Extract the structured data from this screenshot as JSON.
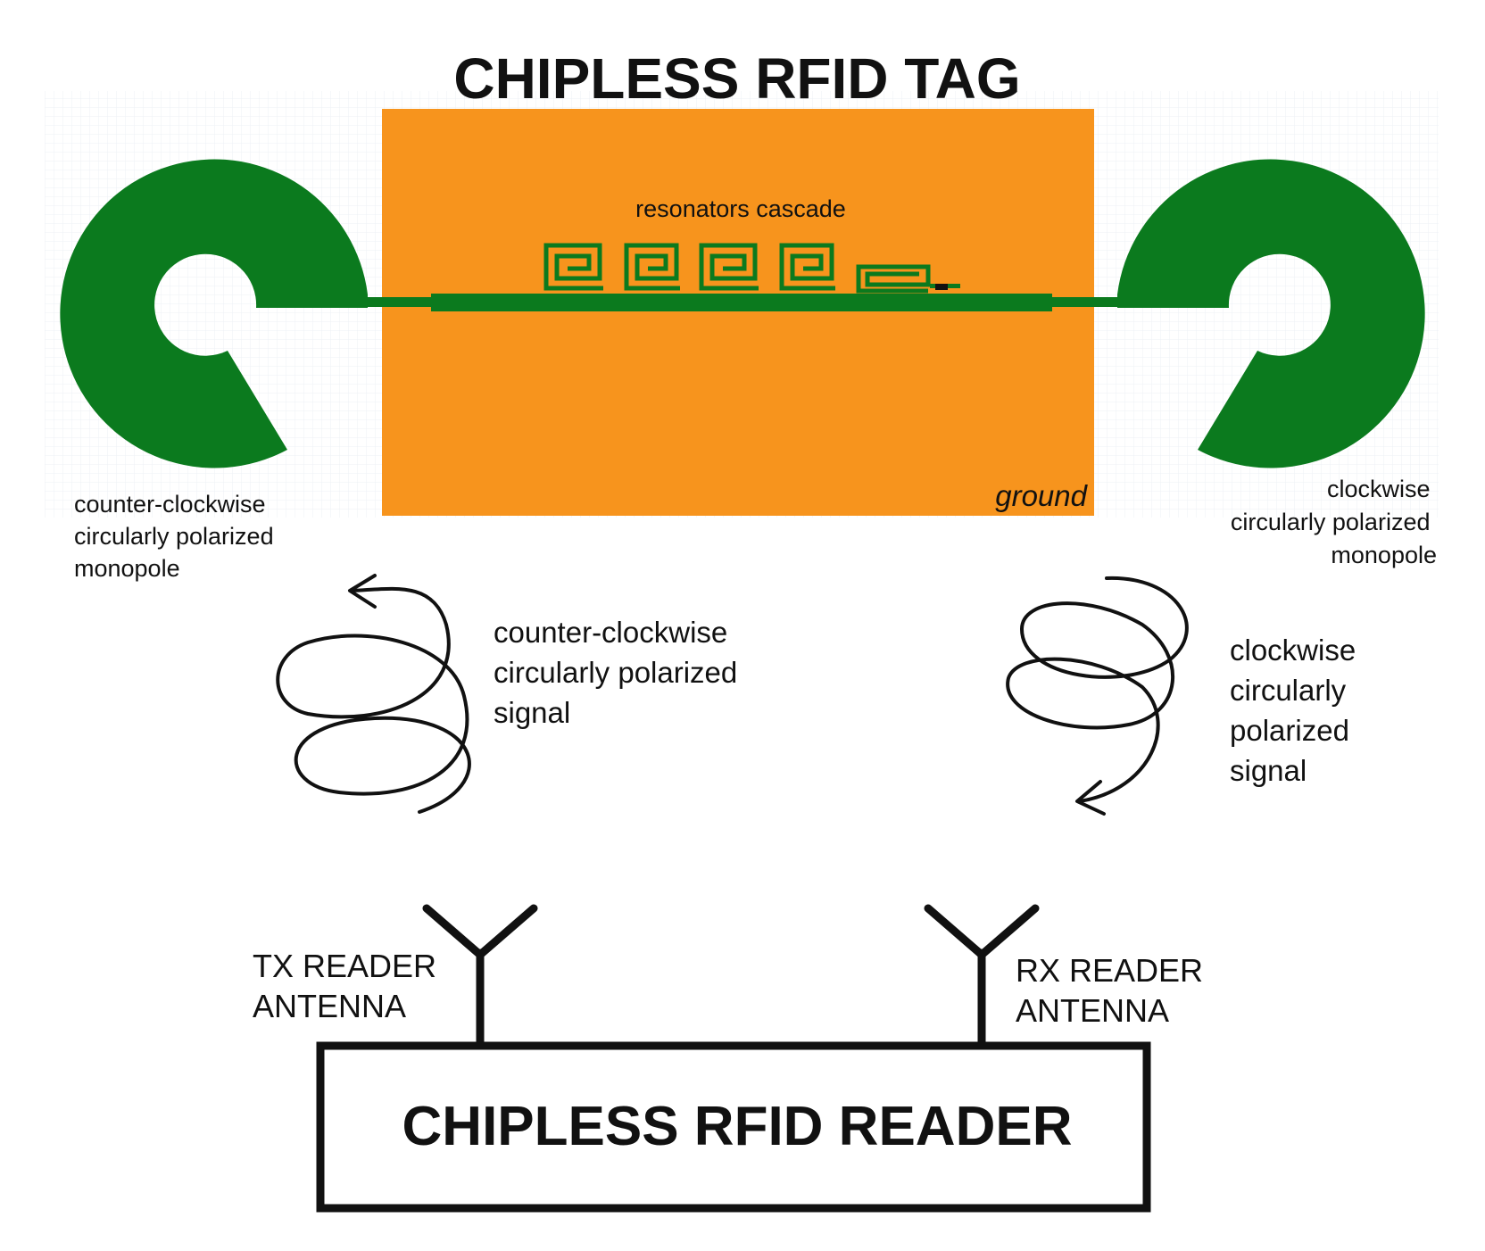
{
  "diagram": {
    "tag_title": "CHIPLESS RFID TAG",
    "resonators_label": "resonators cascade",
    "ground_label": "ground",
    "left_antenna_label": [
      "counter-clockwise",
      "circularly polarized",
      "monopole"
    ],
    "right_antenna_label": [
      "clockwise",
      "circularly polarized",
      "monopole"
    ],
    "left_signal_label": [
      "counter-clockwise",
      "circularly polarized",
      "signal"
    ],
    "right_signal_label": [
      "clockwise",
      "circularly",
      "polarized",
      "signal"
    ],
    "tx_antenna_label": [
      "TX READER",
      "ANTENNA"
    ],
    "rx_antenna_label": [
      "RX READER",
      "ANTENNA"
    ],
    "reader_title": "CHIPLESS RFID READER",
    "resonator_count": 5
  },
  "colors": {
    "substrate": "#F7941D",
    "conductor": "#0B7A1E",
    "line": "#111111",
    "background": "#FFFFFF"
  }
}
